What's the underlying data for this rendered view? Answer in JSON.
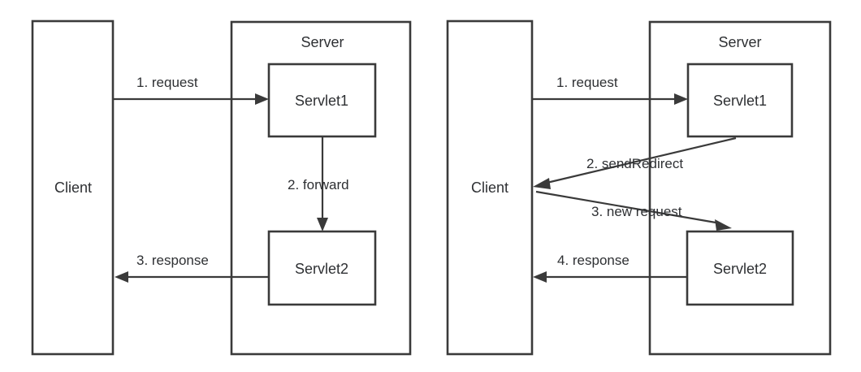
{
  "diagram": {
    "title": "Servlet request forwarding versus sendRedirect",
    "colors": {
      "stroke": "#3a3a3a",
      "text": "#2e3033",
      "background": "#ffffff"
    },
    "panels": [
      {
        "id": "forward",
        "client": {
          "label": "Client"
        },
        "server": {
          "label": "Server",
          "servlets": [
            {
              "label": "Servlet1"
            },
            {
              "label": "Servlet2"
            }
          ]
        },
        "steps": [
          {
            "number": "1.",
            "label": "1. request"
          },
          {
            "number": "2.",
            "label": "2. forward"
          },
          {
            "number": "3.",
            "label": "3. response"
          }
        ]
      },
      {
        "id": "sendRedirect",
        "client": {
          "label": "Client"
        },
        "server": {
          "label": "Server",
          "servlets": [
            {
              "label": "Servlet1"
            },
            {
              "label": "Servlet2"
            }
          ]
        },
        "steps": [
          {
            "number": "1.",
            "label": "1. request"
          },
          {
            "number": "2.",
            "label": "2. sendRedirect"
          },
          {
            "number": "3.",
            "label": "3. new request"
          },
          {
            "number": "4.",
            "label": "4. response"
          }
        ]
      }
    ]
  }
}
